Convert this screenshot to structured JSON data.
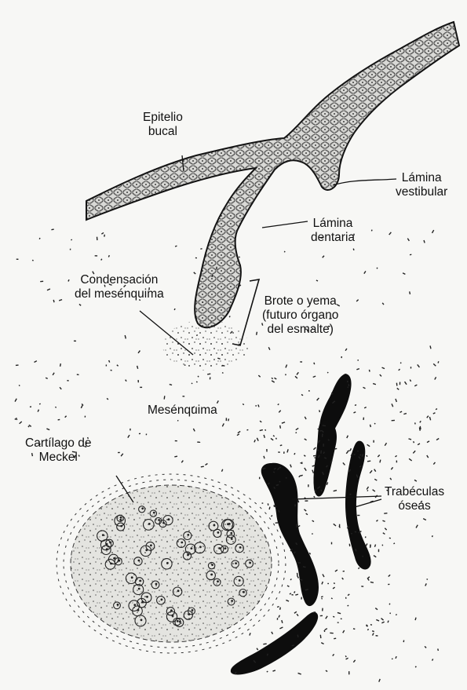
{
  "labels": {
    "epitelio_bucal": [
      "Epitelio",
      "bucal"
    ],
    "lamina_vestibular": [
      "Lámina",
      "vestibular"
    ],
    "lamina_dentaria": [
      "Lámina",
      "dentaria"
    ],
    "condensacion": [
      "Condensación",
      "del mesénquima"
    ],
    "brote": [
      "Brote o yema",
      "(futuro órgano",
      "del esmalte)"
    ],
    "mesenquima": "Mesénquima",
    "cartilago": [
      "Cartílago de",
      "Meckel"
    ],
    "trabeculas": [
      "Trabéculas",
      "óseas"
    ]
  },
  "colors": {
    "ink": "#111111",
    "background": "#f7f7f5",
    "epithelium_fill": "#d9d9d6",
    "cartilage_fill": "#e4e4e0",
    "bone": "#0d0d0d"
  }
}
